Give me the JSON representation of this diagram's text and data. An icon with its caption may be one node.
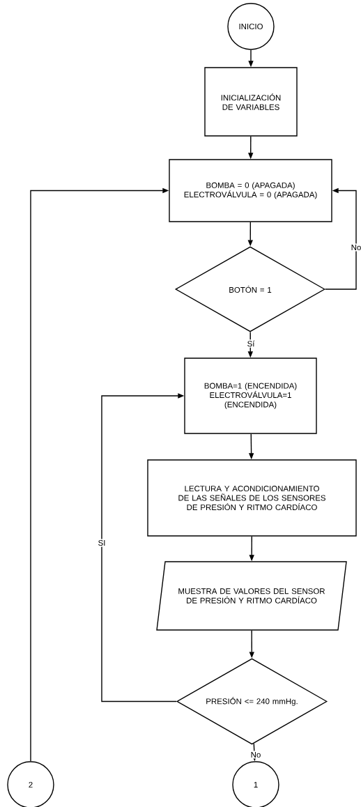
{
  "diagram": {
    "nodes": [
      {
        "text": [
          "INICIO"
        ]
      },
      {
        "text": [
          "INICIALIZACIÓN DE VARIABLES"
        ]
      },
      {
        "text": [
          "BOMBA = 0 (APAGADA) ELECTROVÁLVULA = 0 (APAGADA)"
        ]
      },
      {
        "text": [
          "BOTÓN = 1"
        ]
      },
      {
        "text": [
          "BOMBA=1 (ENCENDIDA) ELECTROVÁLVULA=1 (ENCENDIDA)"
        ]
      },
      {
        "text": [
          "LECTURA Y ACONDICIONAMIENTO DE LAS SEÑALES DE LOS SENSORES DE PRESIÓN Y RITMO CARDÍACO"
        ]
      },
      {
        "text": [
          "MUESTRA DE VALORES DEL SENSOR DE PRESIÓN Y RITMO CARDÍACO"
        ]
      },
      {
        "text": [
          "PRESIÓN <= 240 mmHg."
        ]
      },
      {
        "text": [
          "1"
        ]
      },
      {
        "text": [
          "2"
        ]
      }
    ],
    "edges": [
      {
        "from": 0,
        "to": 1,
        "arrow": "to"
      },
      {
        "from": 1,
        "to": 2,
        "arrow": "to"
      },
      {
        "from": 2,
        "to": 3,
        "arrow": "to"
      },
      {
        "from": 3,
        "to": 4,
        "arrow": "to",
        "label": "Sí"
      },
      {
        "from": 3,
        "to": 2,
        "arrow": "to",
        "label": "No"
      },
      {
        "from": 4,
        "to": 5,
        "arrow": "to"
      },
      {
        "from": 5,
        "to": 6,
        "arrow": "to"
      },
      {
        "from": 6,
        "to": 7,
        "arrow": "to"
      },
      {
        "from": 7,
        "to": 4,
        "arrow": "to",
        "label": "SI"
      },
      {
        "from": 7,
        "to": 8,
        "arrow": "to",
        "label": "No"
      },
      {
        "from": 9,
        "to": 2,
        "arrow": "to"
      }
    ]
  }
}
